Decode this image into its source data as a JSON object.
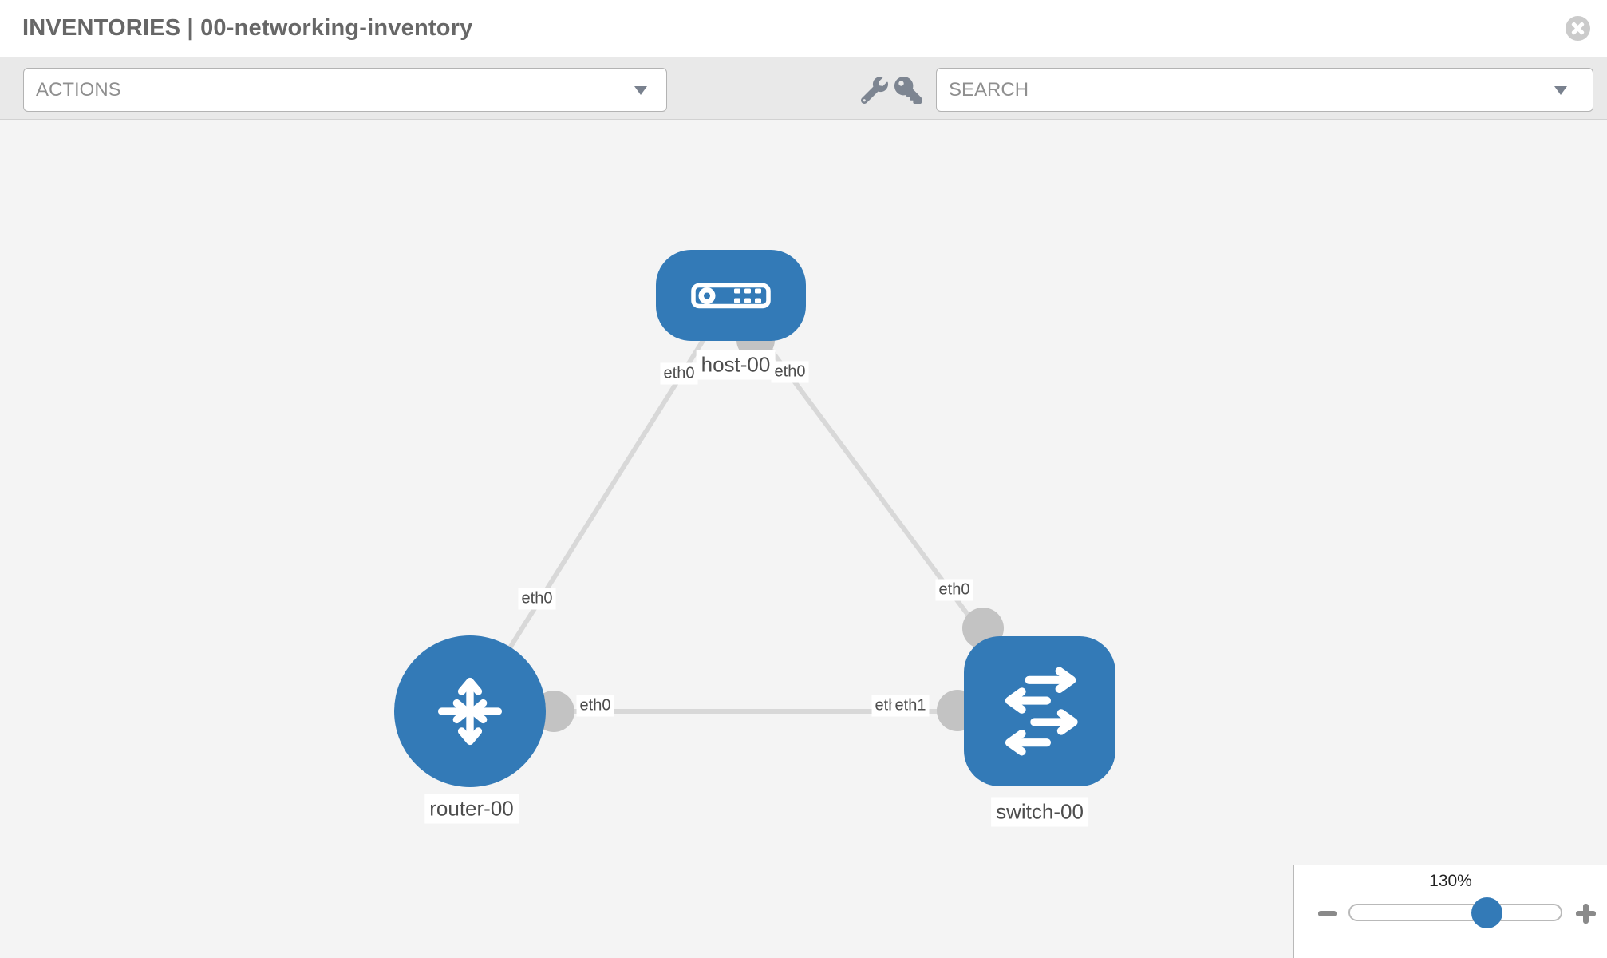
{
  "header": {
    "title": "INVENTORIES | 00-networking-inventory"
  },
  "toolbar": {
    "actions_label": "ACTIONS",
    "search_label": "SEARCH"
  },
  "topology": {
    "nodes": [
      {
        "id": "host-00",
        "label": "host-00",
        "type": "host",
        "shape": "rounded-rect"
      },
      {
        "id": "router-00",
        "label": "router-00",
        "type": "router",
        "shape": "circle"
      },
      {
        "id": "switch-00",
        "label": "switch-00",
        "type": "switch",
        "shape": "rounded-square"
      }
    ],
    "links": [
      {
        "source": "host-00",
        "target": "router-00",
        "source_interface": "eth0",
        "target_interface": "eth0"
      },
      {
        "source": "host-00",
        "target": "switch-00",
        "source_interface": "eth0",
        "target_interface": "eth0"
      },
      {
        "source": "router-00",
        "target": "switch-00",
        "source_interface": "eth0",
        "target_interface": "eth1"
      }
    ],
    "interface_labels": [
      "eth0",
      "eth0",
      "eth0",
      "eth0",
      "eth0",
      "eth0",
      "eth1"
    ]
  },
  "zoom_control": {
    "level": "130%"
  },
  "colors": {
    "node_blue": "#337ab7",
    "link_gray": "#d8d8d8",
    "connector_gray": "#c3c3c3",
    "toolbar_bg": "#e9e9e9",
    "canvas_bg": "#f4f4f4"
  }
}
